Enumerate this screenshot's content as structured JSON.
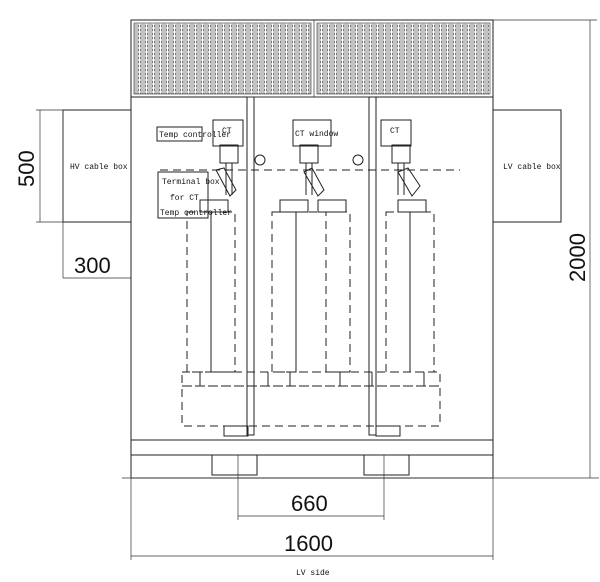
{
  "labels": {
    "hv_cable_box": "HV cable box",
    "lv_cable_box": "LV cable box",
    "temp_controller": "Temp controller",
    "ct_left": "CT",
    "ct_right": "CT",
    "ct_window": "CT window",
    "terminal_box_line1": "Terminal box",
    "terminal_box_line2": "for CT",
    "terminal_box_line3": "Temp controller",
    "lv_side": "LV side"
  },
  "dimensions": {
    "hv_box_height": "500",
    "hv_box_depth": "300",
    "overall_height": "2000",
    "wheel_gauge": "660",
    "overall_width": "1600"
  }
}
